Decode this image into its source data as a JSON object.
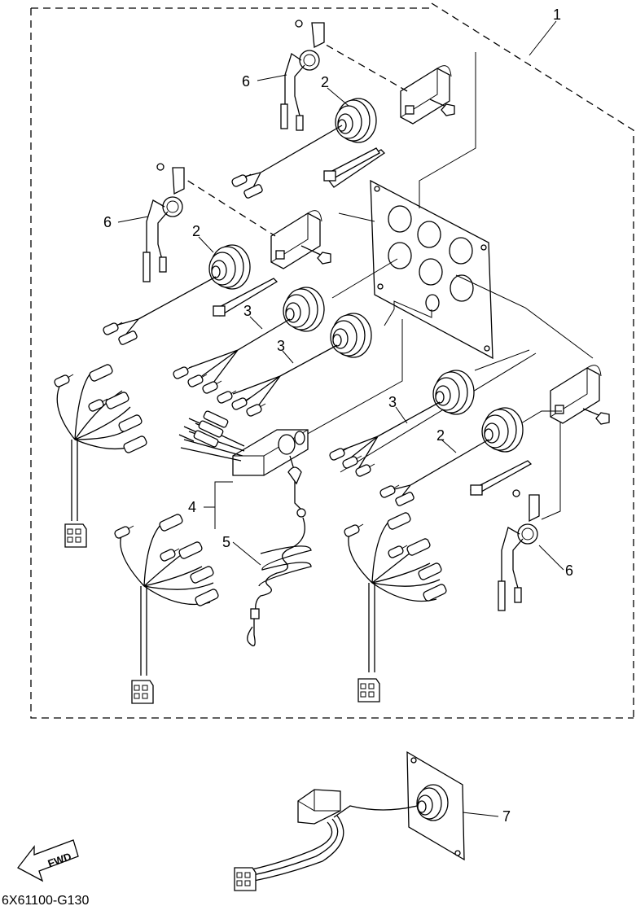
{
  "callouts": {
    "c1": "1",
    "c2a": "2",
    "c2b": "2",
    "c2c": "2",
    "c3a": "3",
    "c3b": "3",
    "c3c": "3",
    "c4": "4",
    "c5": "5",
    "c6a": "6",
    "c6b": "6",
    "c6c": "6",
    "c7": "7"
  },
  "direction_arrow": "FWD",
  "drawing_code": "6X61100-G130"
}
